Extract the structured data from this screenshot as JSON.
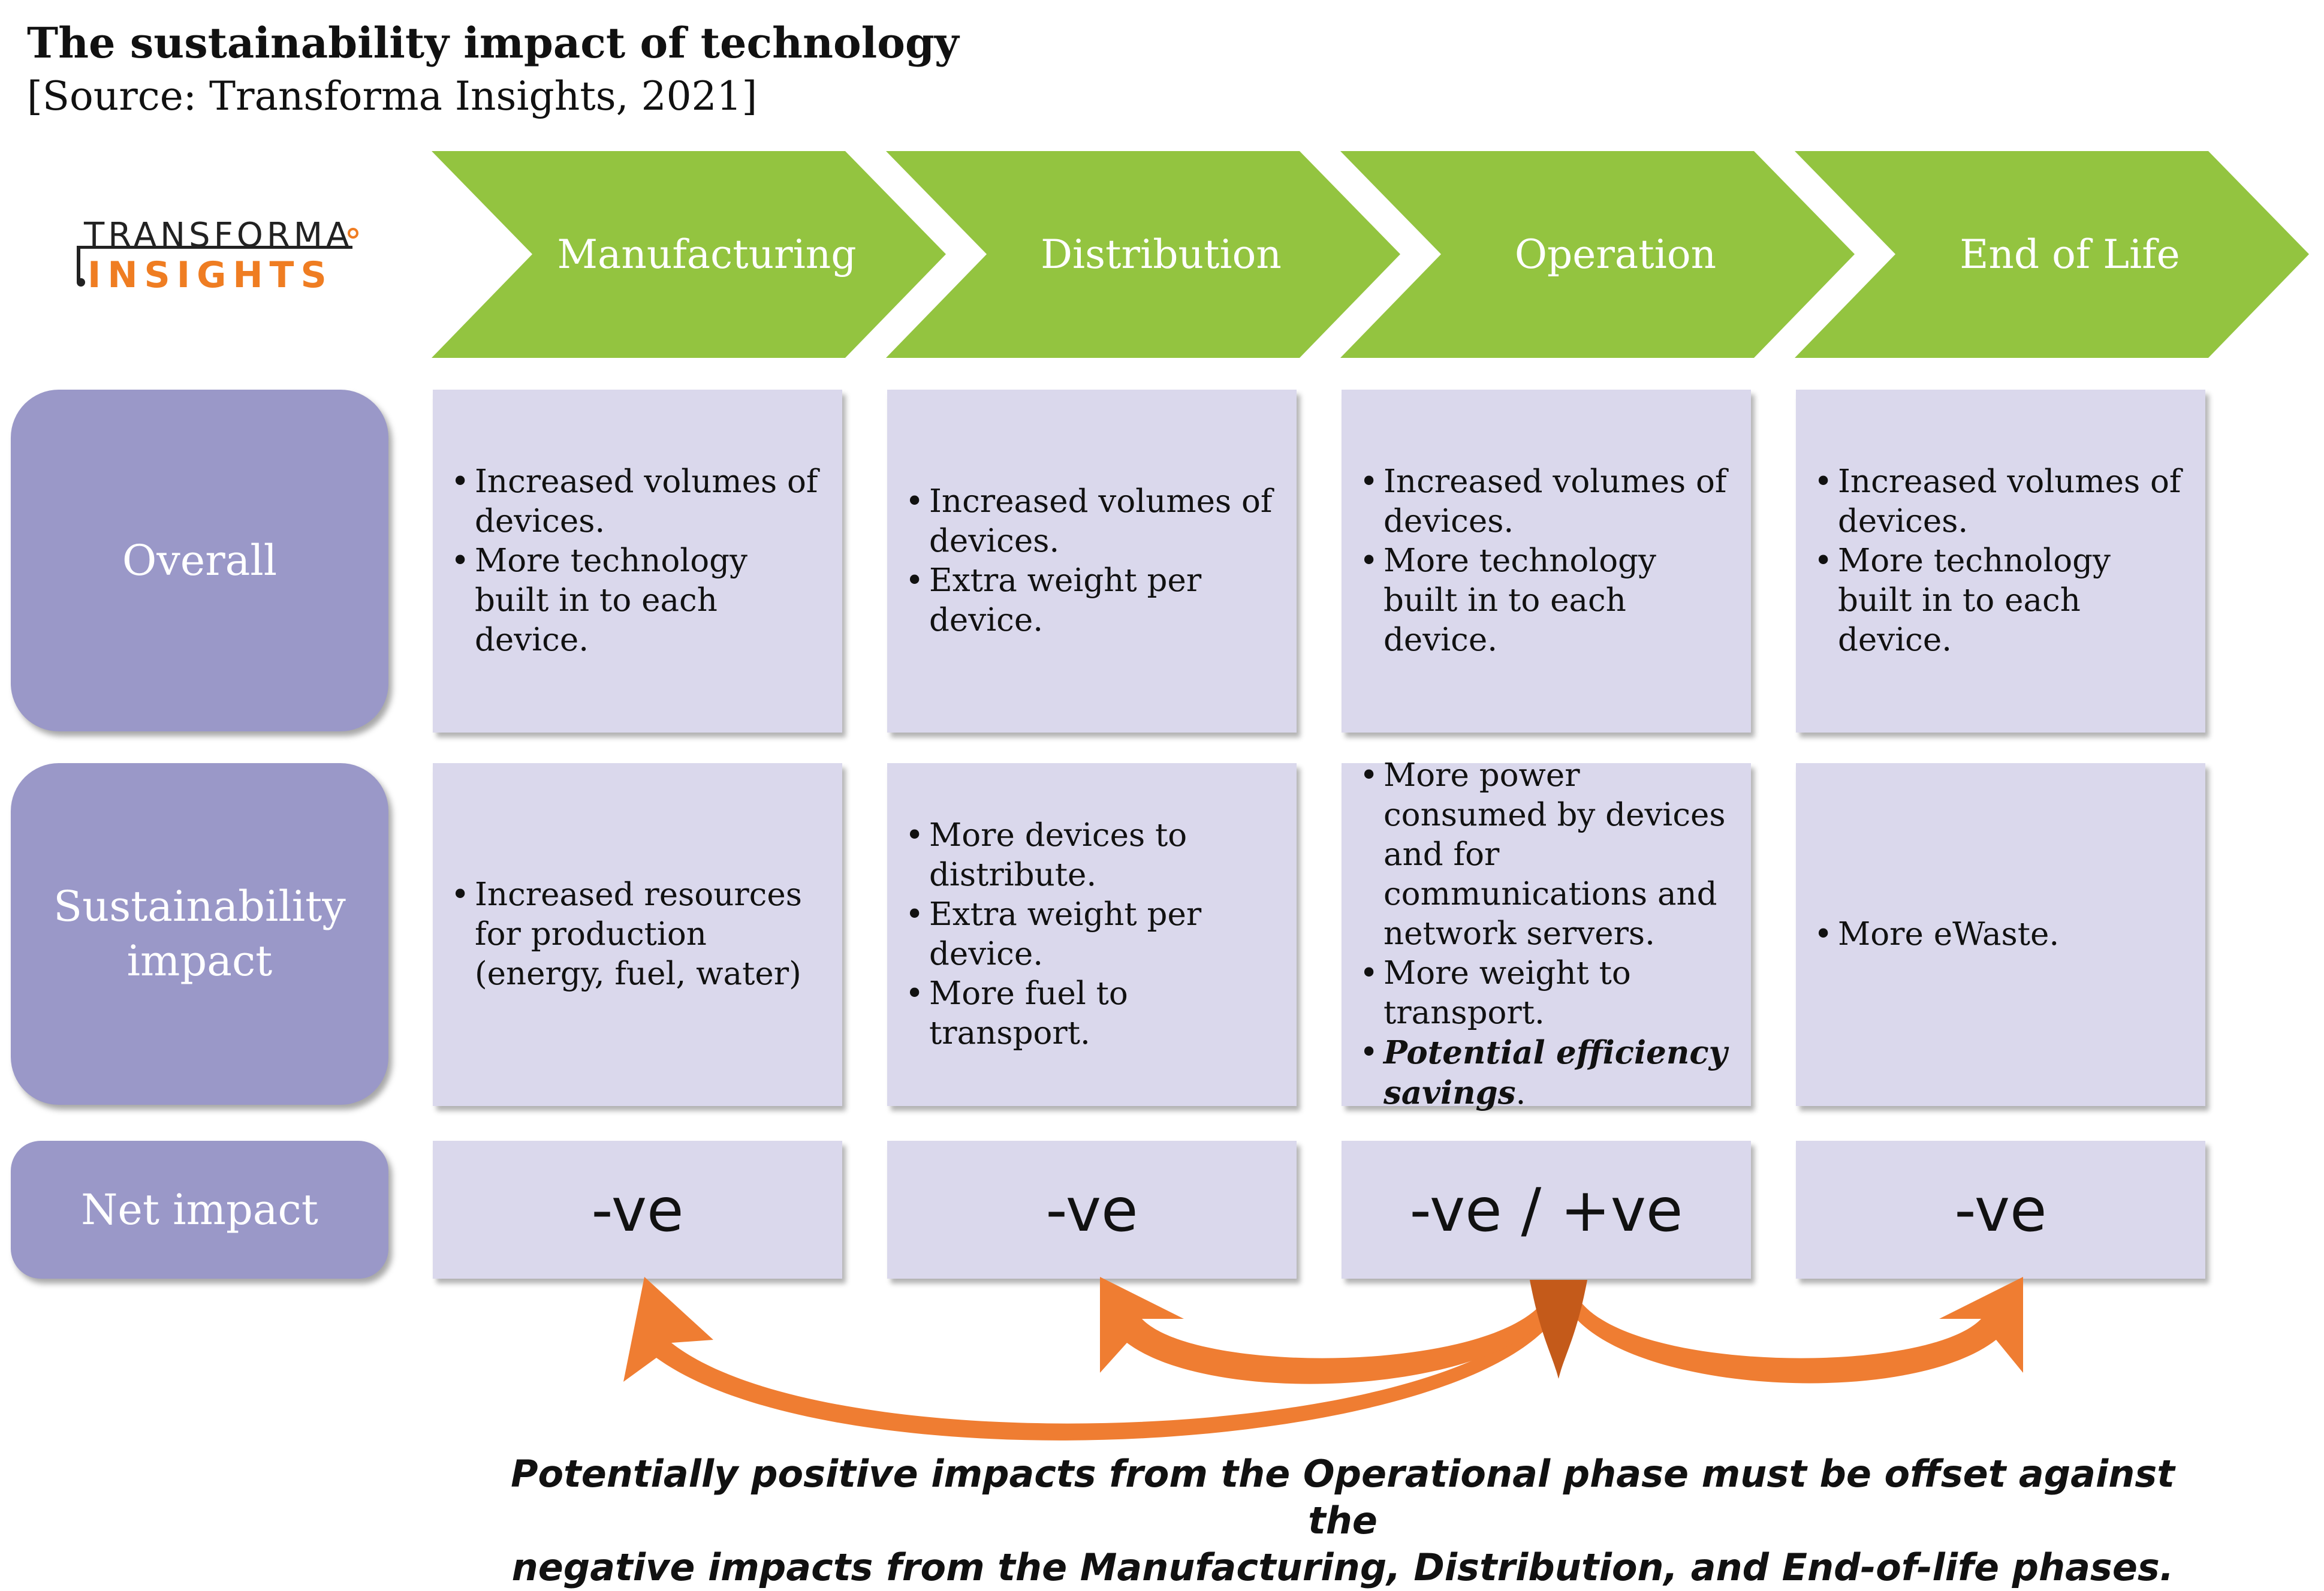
{
  "header": {
    "title": "The sustainability impact of technology",
    "source": "[Source: Transforma Insights, 2021]"
  },
  "logo": {
    "line1": "TRANSFORMA",
    "line2": "INSIGHTS"
  },
  "phases": [
    "Manufacturing",
    "Distribution",
    "Operation",
    "End of Life"
  ],
  "rows": {
    "overall": {
      "label": "Overall",
      "cells": [
        [
          "Increased volumes of devices.",
          "More technology built in to each device."
        ],
        [
          "Increased volumes of devices.",
          "Extra weight per device."
        ],
        [
          "Increased volumes of devices.",
          "More technology built in to each device."
        ],
        [
          "Increased volumes of devices.",
          "More technology built in to each device."
        ]
      ]
    },
    "sustainability": {
      "label": "Sustainability impact",
      "cells": [
        [
          "Increased resources for production (energy, fuel, water)"
        ],
        [
          "More devices to distribute.",
          "Extra weight per device.",
          "More fuel to transport."
        ],
        [
          "More power consumed by devices and for communications and network servers.",
          "More weight to transport.",
          "Potential efficiency savings",
          "."
        ],
        [
          "More eWaste."
        ]
      ]
    },
    "net": {
      "label": "Net impact",
      "cells": [
        "-ve",
        "-ve",
        "-ve / +ve",
        "-ve"
      ]
    }
  },
  "footer": {
    "line1": "Potentially positive impacts from the Operational phase must be offset against the",
    "line2": "negative impacts from the Manufacturing, Distribution, and End-of-life phases."
  },
  "colors": {
    "chevron": "#93c440",
    "row_label": "#9a98c8",
    "cell": "#dad8ec",
    "arrow": "#ef7d32",
    "logo_accent": "#ef7d22"
  }
}
